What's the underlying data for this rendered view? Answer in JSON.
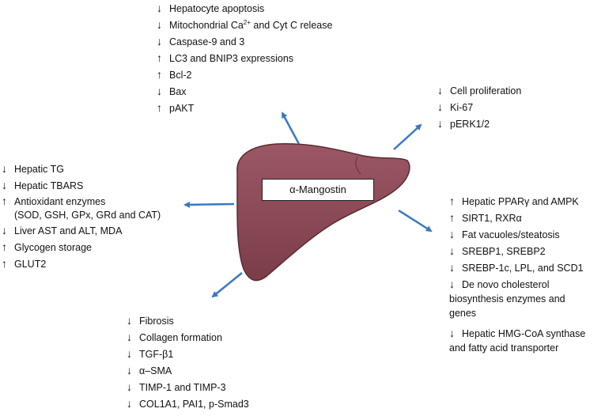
{
  "center_label": "α-Mangostin",
  "groups": {
    "top": [
      {
        "arrow": "↓",
        "text": "Hepatocyte apoptosis"
      },
      {
        "arrow": "↓",
        "text_a": "Mitochondrial Ca",
        "sup": "2+",
        "text_b": " and Cyt C release"
      },
      {
        "arrow": "↓",
        "text": "Caspase-9 and 3"
      },
      {
        "arrow": "↑",
        "text": "LC3 and BNIP3 expressions"
      },
      {
        "arrow": "↑",
        "text": "Bcl-2"
      },
      {
        "arrow": "↓",
        "text": "Bax"
      },
      {
        "arrow": "↑",
        "text": "pAKT"
      }
    ],
    "right_top": [
      {
        "arrow": "↓",
        "text": "Cell proliferation"
      },
      {
        "arrow": "↓",
        "text": "Ki-67"
      },
      {
        "arrow": "↓",
        "text": "pERK1/2"
      }
    ],
    "left": [
      {
        "arrow": "↓",
        "text": "Hepatic TG"
      },
      {
        "arrow": "↓",
        "text": "Hepatic TBARS"
      },
      {
        "arrow": "↑",
        "text": "Antioxidant enzymes",
        "cont": "(SOD, GSH, GPx, GRd and CAT)"
      },
      {
        "arrow": "↓",
        "text": "Liver AST and ALT, MDA"
      },
      {
        "arrow": "↑",
        "text": "Glycogen storage"
      },
      {
        "arrow": "↑",
        "text": "GLUT2"
      }
    ],
    "right_bottom": [
      {
        "arrow": "↑",
        "text": "Hepatic PPARγ and AMPK"
      },
      {
        "arrow": "↑",
        "text": "SIRT1, RXRα"
      },
      {
        "arrow": "↓",
        "text": "Fat vacuoles/steatosis"
      },
      {
        "arrow": "↓",
        "text": "SREBP1, SREBP2"
      },
      {
        "arrow": "↓",
        "text": "SREBP-1c, LPL, and SCD1"
      },
      {
        "arrow": "↓",
        "text": "De novo cholesterol",
        "cont": "biosynthesis enzymes and",
        "cont2": "genes"
      },
      {
        "arrow": "↓",
        "text": "Hepatic HMG-CoA synthase",
        "cont": "and fatty acid transporter"
      }
    ],
    "bottom": [
      {
        "arrow": "↓",
        "text": "Fibrosis"
      },
      {
        "arrow": "↓",
        "text": "Collagen formation"
      },
      {
        "arrow": "↓",
        "text": "TGF-β1"
      },
      {
        "arrow": "↓",
        "text": "α–SMA"
      },
      {
        "arrow": "↓",
        "text": "TIMP-1 and TIMP-3"
      },
      {
        "arrow": "↓",
        "text": "COL1A1, PAI1, p-Smad3"
      }
    ]
  },
  "colors": {
    "liver_fill": "#8a4a56",
    "liver_stroke": "#5a2a34",
    "arrow": "#3b78c4"
  }
}
